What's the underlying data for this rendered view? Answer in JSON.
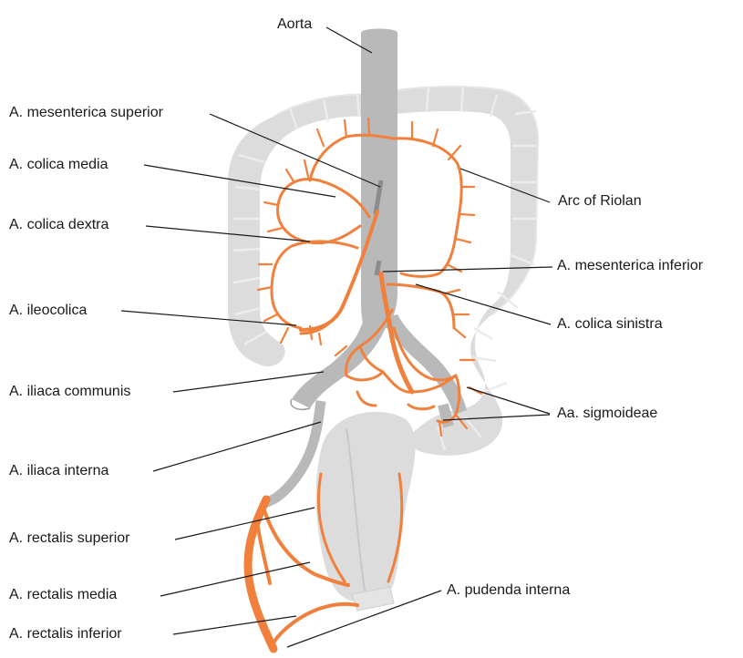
{
  "figure": {
    "labels": {
      "aorta": "Aorta",
      "a_mesenterica_superior": "A. mesenterica superior",
      "a_colica_media": "A. colica media",
      "a_colica_dextra": "A. colica dextra",
      "a_ileocolica": "A. ileocolica",
      "a_iliaca_communis": "A. iliaca communis",
      "a_iliaca_interna": "A. iliaca interna",
      "a_rectalis_superior": "A. rectalis superior",
      "a_rectalis_media": "A. rectalis media",
      "a_rectalis_inferior": "A. rectalis inferior",
      "arc_of_riolan": "Arc of Riolan",
      "a_mesenterica_inferior": "A. mesenterica inferior",
      "a_colica_sinistra": "A. colica sinistra",
      "aa_sigmoideae": "Aa. sigmoideae",
      "a_pudenda_interna": "A. pudenda interna"
    },
    "colors": {
      "artery": "#f0803c",
      "aorta": "#b9b9b9",
      "colon": "#dcdcdc",
      "text": "#1a1a1a"
    }
  }
}
